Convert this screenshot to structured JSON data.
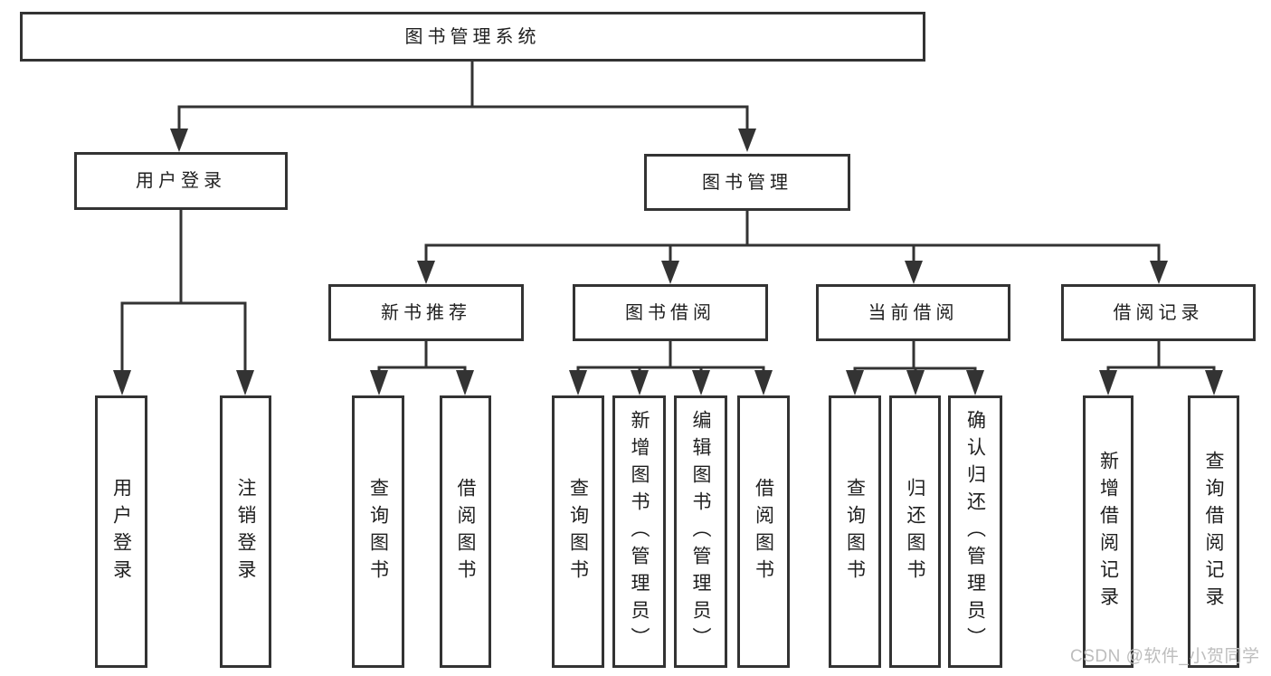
{
  "diagram": {
    "title": "图书管理系统",
    "colors": {
      "line": "#333333",
      "text": "#1f1f1f",
      "background": "#ffffff",
      "watermark": "#bdbdbd"
    },
    "nodes": {
      "root": "图书管理系统",
      "user_login": "用户登录",
      "book_mgmt": "图书管理",
      "new_book_rec": "新书推荐",
      "book_borrow": "图书借阅",
      "current_borrow": "当前借阅",
      "borrow_records": "借阅记录",
      "ul_user_login": "用户登录",
      "ul_logout": "注销登录",
      "nbr_query_books": "查询图书",
      "nbr_borrow_books": "借阅图书",
      "bb_query_books": "查询图书",
      "bb_add_books": "新增图书（管理员）",
      "bb_edit_books": "编辑图书（管理员）",
      "bb_borrow_books": "借阅图书",
      "cb_query_books": "查询图书",
      "cb_return_books": "归还图书",
      "cb_confirm_return": "确认归还（管理员）",
      "br_add_record": "新增借阅记录",
      "br_query_record": "查询借阅记录"
    },
    "watermark": "CSDN @软件_小贺同学"
  }
}
